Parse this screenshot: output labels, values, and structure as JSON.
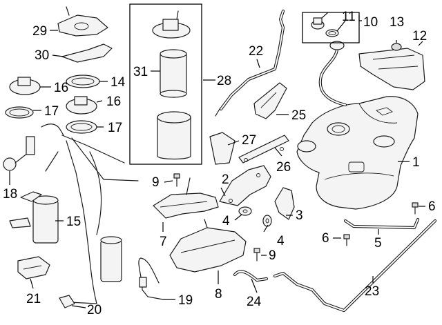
{
  "callouts": {
    "c1": "1",
    "c2": "2",
    "c3": "3",
    "c4a": "4",
    "c4b": "4",
    "c5": "5",
    "c6a": "6",
    "c6b": "6",
    "c7": "7",
    "c8": "8",
    "c9a": "9",
    "c9b": "9",
    "c10": "10",
    "c11": "11",
    "c12": "12",
    "c13": "13",
    "c14": "14",
    "c15": "15",
    "c16a": "16",
    "c16b": "16",
    "c17a": "17",
    "c17b": "17",
    "c18": "18",
    "c19": "19",
    "c20": "20",
    "c21": "21",
    "c22": "22",
    "c23": "23",
    "c24": "24",
    "c25": "25",
    "c26": "26",
    "c27": "27",
    "c28": "28",
    "c29": "29",
    "c30": "30",
    "c31": "31"
  }
}
